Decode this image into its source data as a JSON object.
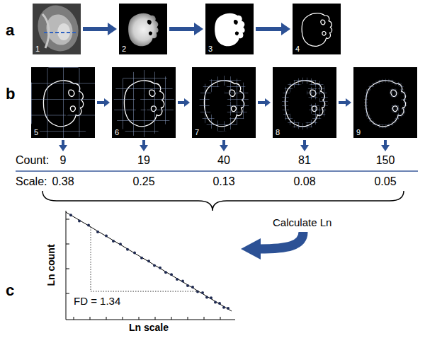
{
  "diagram": {
    "nodes": [
      {
        "text": [
          "1"
        ]
      },
      {
        "text": [
          "2"
        ]
      },
      {
        "text": [
          "3"
        ]
      },
      {
        "text": [
          "4"
        ]
      },
      {
        "text": [
          "5"
        ]
      },
      {
        "text": [
          "6"
        ]
      },
      {
        "text": [
          "7"
        ]
      },
      {
        "text": [
          "8"
        ]
      },
      {
        "text": [
          "9"
        ]
      }
    ],
    "edges": [
      {
        "from": 0,
        "to": 1,
        "arrow": "to"
      },
      {
        "from": 1,
        "to": 2,
        "arrow": "to"
      },
      {
        "from": 2,
        "to": 3,
        "arrow": "to"
      },
      {
        "from": 4,
        "to": 5,
        "arrow": "to"
      },
      {
        "from": 5,
        "to": 6,
        "arrow": "to"
      },
      {
        "from": 6,
        "to": 7,
        "arrow": "to"
      },
      {
        "from": 7,
        "to": 8,
        "arrow": "to"
      }
    ],
    "labels": [
      "a",
      "b",
      "Count:",
      "9",
      "19",
      "40",
      "81",
      "150",
      "Scale:",
      "0.38",
      "0.25",
      "0.13",
      "0.08",
      "0.05",
      "Calculate Ln",
      "Ln count",
      "Ln scale",
      "FD = 1.34",
      "c"
    ]
  }
}
